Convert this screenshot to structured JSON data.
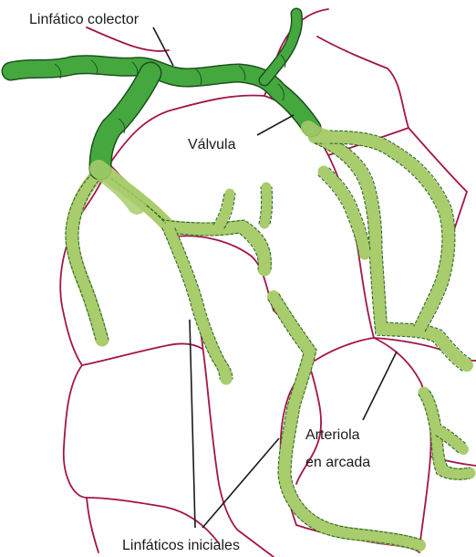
{
  "labels": {
    "collector": "Linfático colector",
    "valve": "Válvula",
    "arteriole_line1": "Arteriola",
    "arteriole_line2": "en arcada",
    "initial": "Linfáticos iniciales"
  },
  "colors": {
    "arteriole": "#a3154a",
    "collector_lymphatic": "#45a83f",
    "initial_lymphatic": "#a9cc6c",
    "lymphatic_outline": "#2f6a2a"
  }
}
